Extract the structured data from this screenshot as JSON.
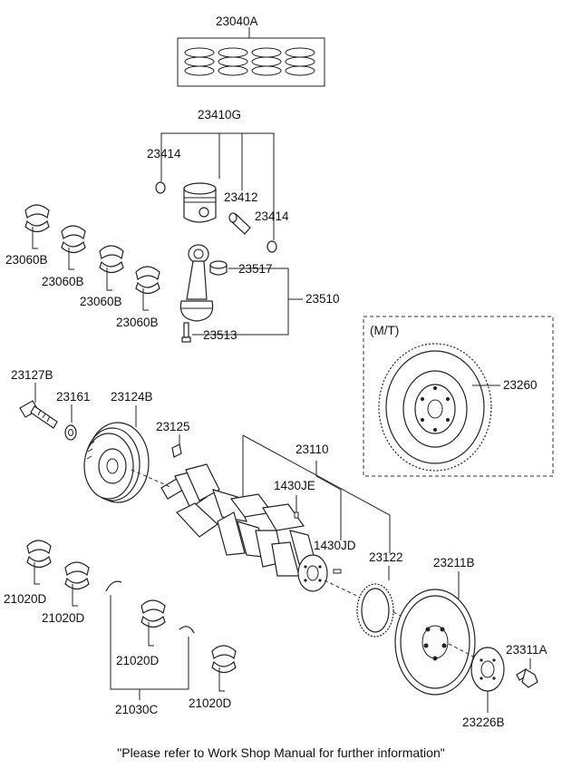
{
  "labels": {
    "rings": "23040A",
    "piston": "23410G",
    "snap_ring_top": "23414",
    "piston_pin": "23412",
    "snap_ring_bottom": "23414",
    "conrod_bearing_1": "23060B",
    "conrod_bearing_2": "23060B",
    "conrod_bearing_3": "23060B",
    "conrod_bearing_4": "23060B",
    "conrod_bushing": "23517",
    "conrod": "23510",
    "conrod_bolt": "23513",
    "mt_group": "(M/T)",
    "dual_mass_flywheel": "23260",
    "pulley_bolt": "23127B",
    "washer": "23161",
    "damper_pulley": "23124B",
    "key": "23125",
    "crankshaft": "23110",
    "plug_e": "1430JE",
    "plug_d": "1430JD",
    "tone_wheel": "23122",
    "drive_plate": "23211B",
    "plate_bolt": "23311A",
    "adapter_plate": "23226B",
    "main_bearing_1": "21020D",
    "main_bearing_2": "21020D",
    "main_bearing_3": "21020D",
    "main_bearing_4": "21020D",
    "thrust_washer": "21030C"
  },
  "footer_note": "\"Please refer to Work Shop Manual for further information\""
}
